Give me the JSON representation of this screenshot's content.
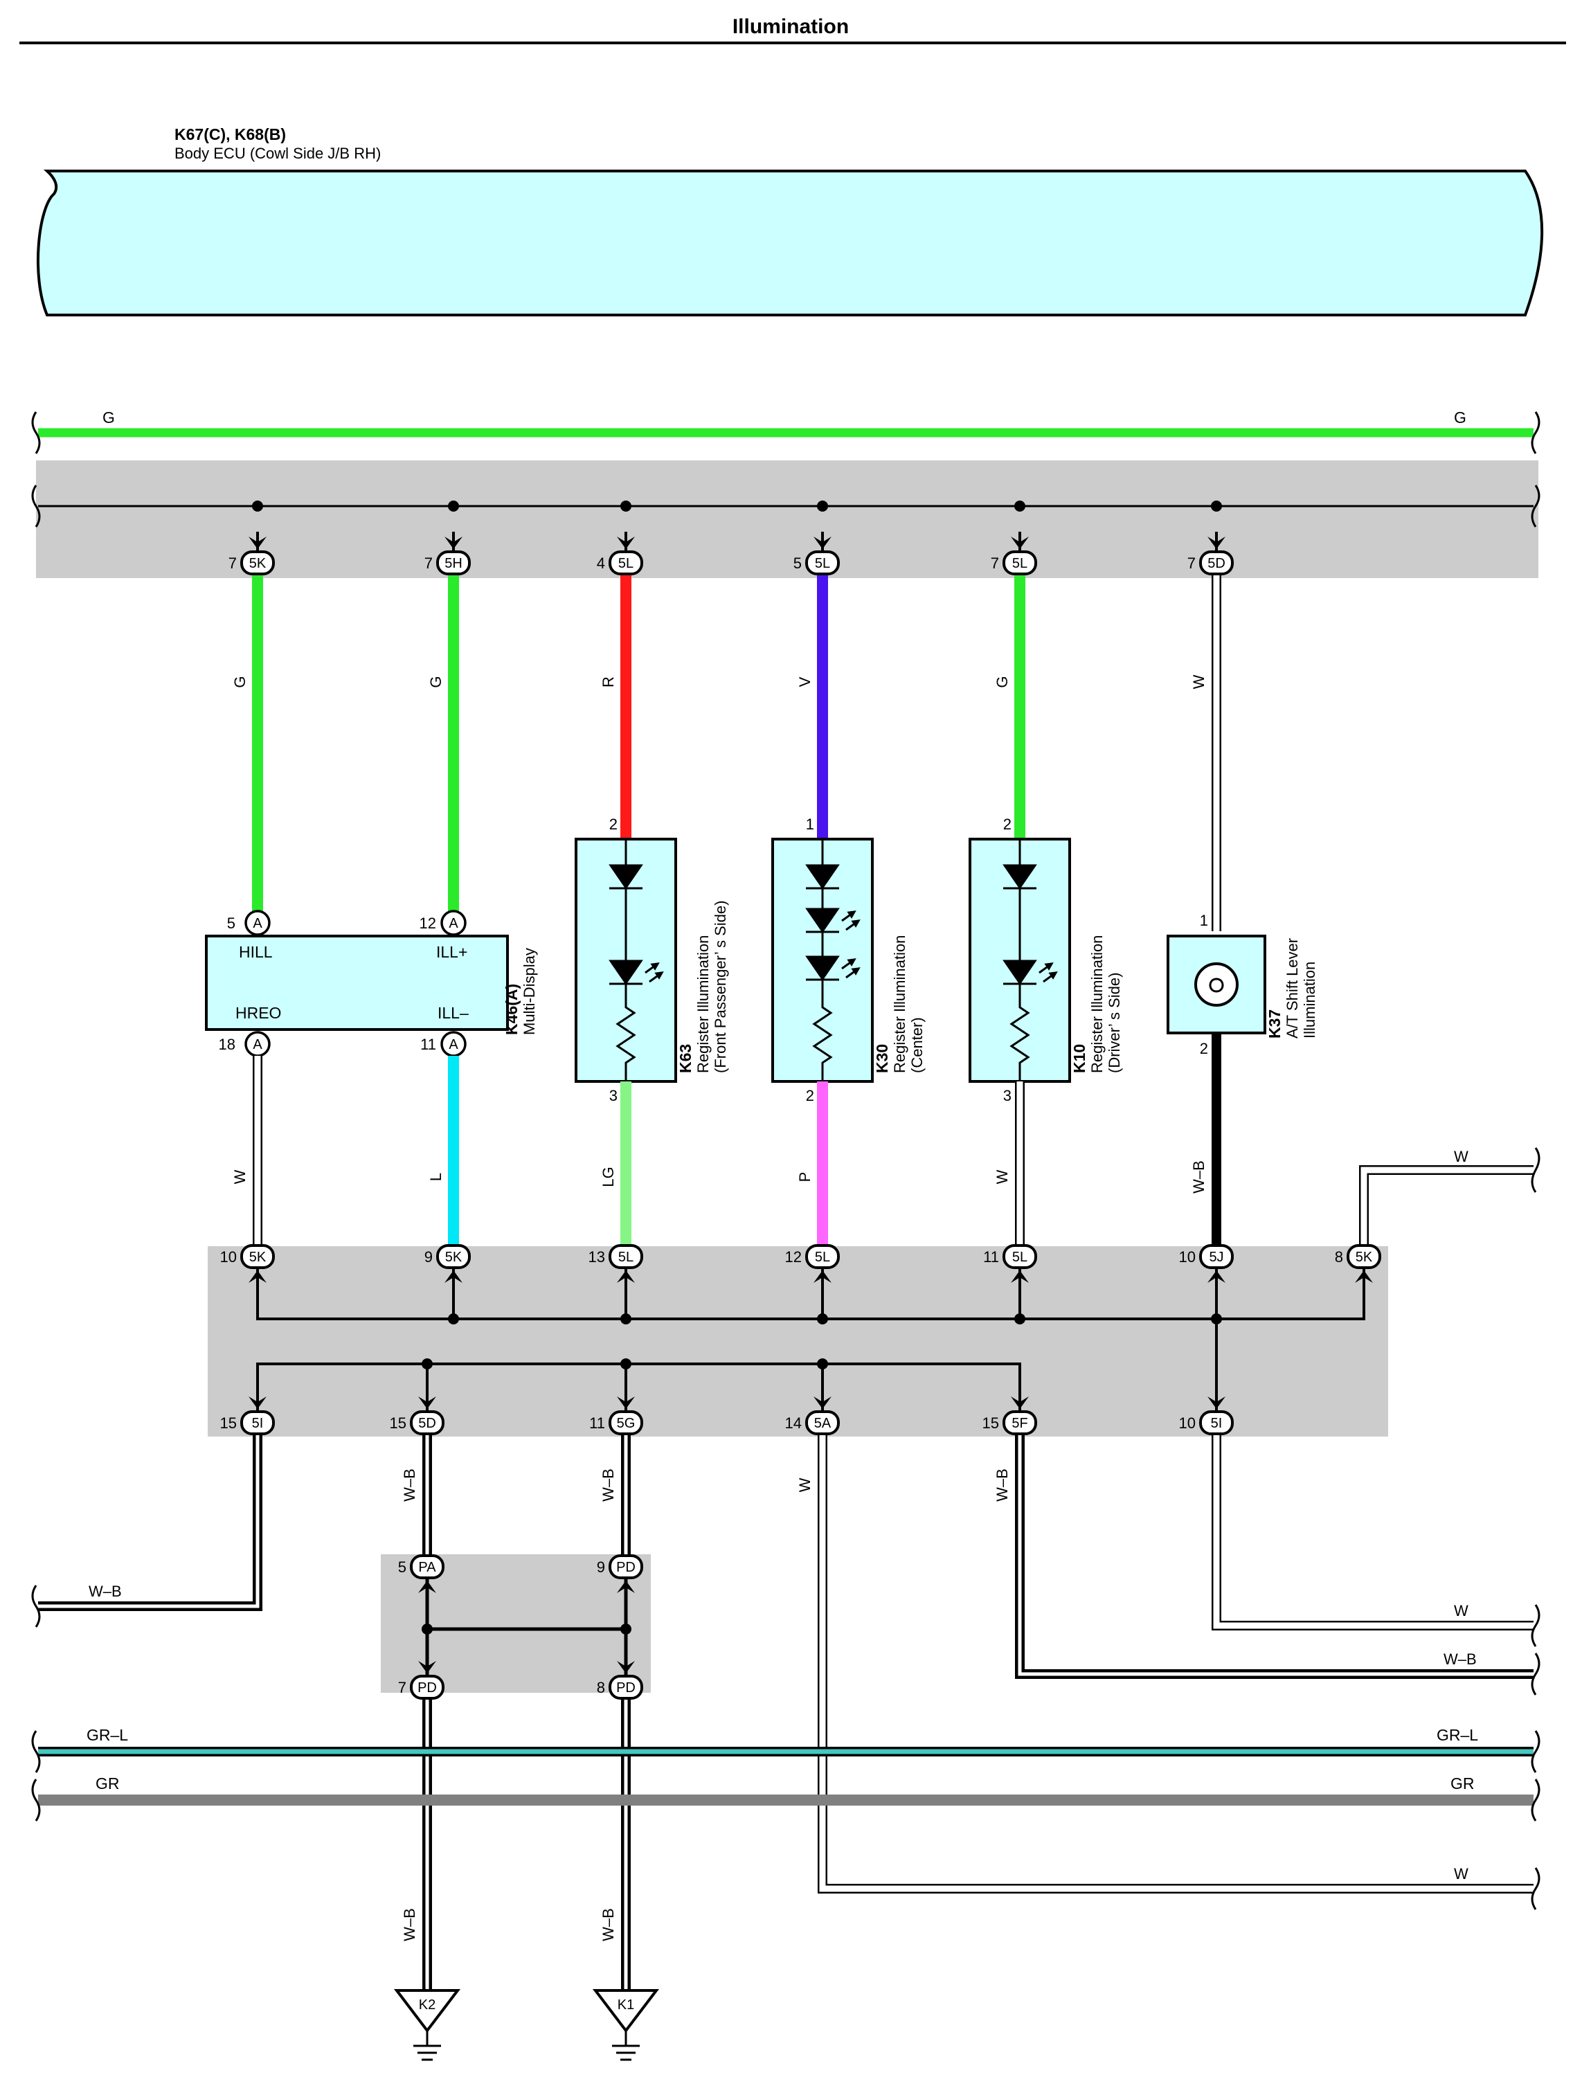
{
  "title": "Illumination",
  "colors": {
    "G": "#2bea2b",
    "R": "#ff1a1a",
    "V": "#4a14ee",
    "L": "#00e8f8",
    "LG": "#86f586",
    "P": "#ff66ff",
    "W": "#ffffff",
    "WB": "#000000",
    "GRL": "#44c8c0",
    "GR": "#808080",
    "connectorFill": "#ccffff",
    "jbFill": "#cccccc"
  },
  "ecu": {
    "id": "K67(C), K68(B)",
    "name": "Body ECU (Cowl Side J/B RH)"
  },
  "busTop": {
    "left": "G",
    "right": "G"
  },
  "jbTopConnectors": [
    {
      "pin": "7",
      "code": "5K"
    },
    {
      "pin": "7",
      "code": "5H"
    },
    {
      "pin": "4",
      "code": "5L"
    },
    {
      "pin": "5",
      "code": "5L"
    },
    {
      "pin": "7",
      "code": "5L"
    },
    {
      "pin": "7",
      "code": "5D"
    }
  ],
  "upperWires": [
    "G",
    "G",
    "R",
    "V",
    "G",
    "W"
  ],
  "multiDisplay": {
    "id": "K46(A)",
    "name": "Multi-Display",
    "pins": {
      "hill": {
        "pin": "5",
        "code": "A",
        "name": "HILL"
      },
      "illp": {
        "pin": "12",
        "code": "A",
        "name": "ILL+"
      },
      "hreo": {
        "pin": "18",
        "code": "A",
        "name": "HREO"
      },
      "illm": {
        "pin": "11",
        "code": "A",
        "name": "ILL–"
      }
    }
  },
  "k63": {
    "id": "K63",
    "name1": "Register Illumination",
    "name2": "(Front Passenger’ s Side)",
    "pinTop": "2",
    "pinBottom": "3"
  },
  "k30": {
    "id": "K30",
    "name1": "Register Illumination",
    "name2": "(Center)",
    "pinTop": "1",
    "pinBottom": "2"
  },
  "k10": {
    "id": "K10",
    "name1": "Register Illumination",
    "name2": "(Driver’ s Side)",
    "pinTop": "2",
    "pinBottom": "3"
  },
  "k37": {
    "id": "K37",
    "name1": "A/T Shift Lever",
    "name2": "Illumination",
    "pinTop": "1",
    "pinBottom": "2"
  },
  "lowerWires": [
    "W",
    "L",
    "LG",
    "P",
    "W",
    "W–B"
  ],
  "rightW": "W",
  "jbMidConnectors": [
    {
      "pin": "10",
      "code": "5K"
    },
    {
      "pin": "9",
      "code": "5K"
    },
    {
      "pin": "13",
      "code": "5L"
    },
    {
      "pin": "12",
      "code": "5L"
    },
    {
      "pin": "11",
      "code": "5L"
    },
    {
      "pin": "10",
      "code": "5J"
    },
    {
      "pin": "8",
      "code": "5K"
    }
  ],
  "jbBottomConnectors": [
    {
      "pin": "15",
      "code": "5I"
    },
    {
      "pin": "15",
      "code": "5D"
    },
    {
      "pin": "11",
      "code": "5G"
    },
    {
      "pin": "14",
      "code": "5A"
    },
    {
      "pin": "15",
      "code": "5F"
    },
    {
      "pin": "10",
      "code": "5I"
    }
  ],
  "bottomWires": {
    "wb1": "W–B",
    "wb2": "W–B",
    "wb3": "W–B",
    "w4": "W",
    "wb5": "W–B"
  },
  "leftWB": "W–B",
  "jcTop": [
    {
      "pin": "5",
      "code": "PA"
    },
    {
      "pin": "9",
      "code": "PD"
    }
  ],
  "jcBottom": [
    {
      "pin": "7",
      "code": "PD"
    },
    {
      "pin": "8",
      "code": "PD"
    }
  ],
  "rightExits": {
    "w1": "W",
    "wb": "W–B",
    "w2": "W"
  },
  "busGRL": {
    "left": "GR–L",
    "right": "GR–L"
  },
  "busGR": {
    "left": "GR",
    "right": "GR"
  },
  "groundWires": [
    "W–B",
    "W–B"
  ],
  "grounds": [
    "K2",
    "K1"
  ]
}
